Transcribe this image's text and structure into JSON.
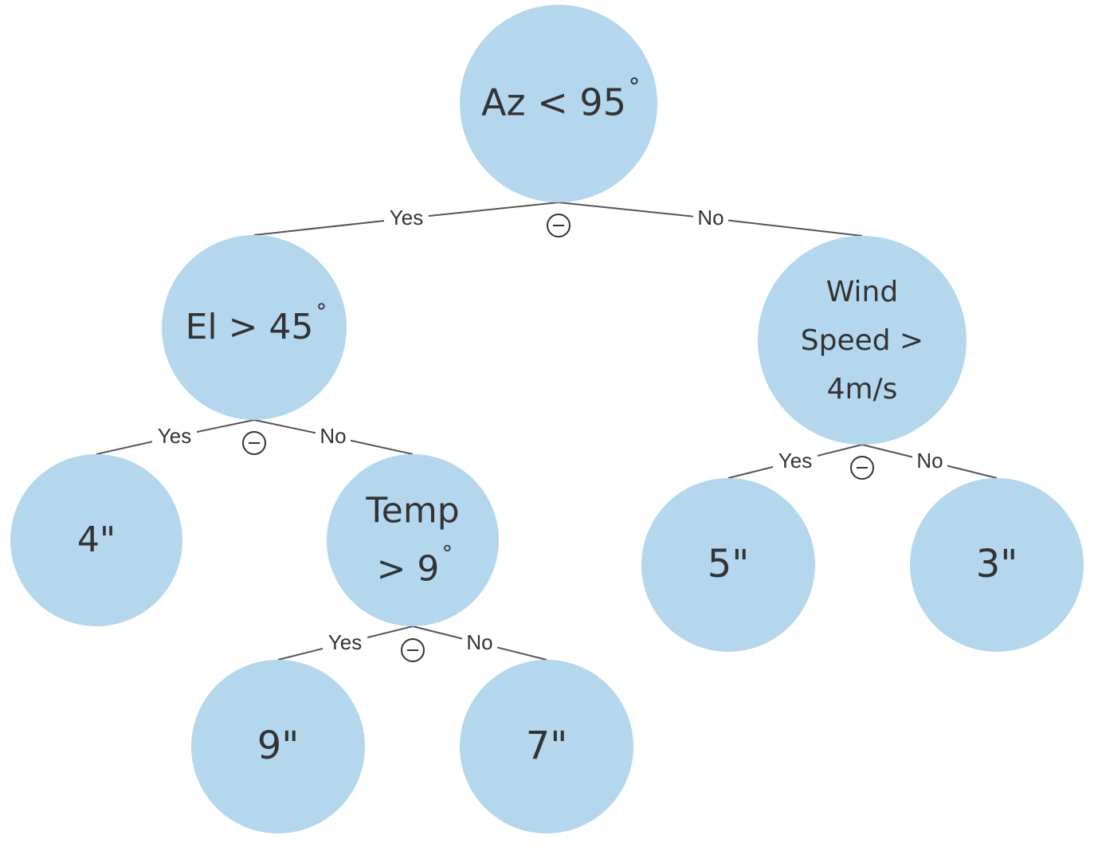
{
  "nodes": [
    {
      "id": "root",
      "lines": [
        "Az < 95"
      ],
      "degree": true
    },
    {
      "id": "el",
      "lines": [
        "El > 45"
      ],
      "degree": true
    },
    {
      "id": "wind",
      "lines": [
        "Wind",
        "Speed >",
        "4m/s"
      ],
      "degree": false
    },
    {
      "id": "leaf4",
      "lines": [
        "4\""
      ],
      "degree": false
    },
    {
      "id": "temp",
      "lines": [
        "Temp",
        "> 9"
      ],
      "degree": true
    },
    {
      "id": "leaf5",
      "lines": [
        "5\""
      ],
      "degree": false
    },
    {
      "id": "leaf3",
      "lines": [
        "3\""
      ],
      "degree": false
    },
    {
      "id": "leaf9",
      "lines": [
        "9\""
      ],
      "degree": false
    },
    {
      "id": "leaf7",
      "lines": [
        "7\""
      ],
      "degree": false
    }
  ],
  "degree_symbol": "°",
  "edges": [
    {
      "from": "root",
      "to": "el",
      "label": "Yes"
    },
    {
      "from": "root",
      "to": "wind",
      "label": "No"
    },
    {
      "from": "el",
      "to": "leaf4",
      "label": "Yes"
    },
    {
      "from": "el",
      "to": "temp",
      "label": "No"
    },
    {
      "from": "wind",
      "to": "leaf5",
      "label": "Yes"
    },
    {
      "from": "wind",
      "to": "leaf3",
      "label": "No"
    },
    {
      "from": "temp",
      "to": "leaf9",
      "label": "Yes"
    },
    {
      "from": "temp",
      "to": "leaf7",
      "label": "No"
    }
  ],
  "colors": {
    "node_fill": "#b4d7ee",
    "text": "#333333",
    "edge": "#555555"
  },
  "icons": {
    "collapse": "collapse-minus-icon"
  }
}
